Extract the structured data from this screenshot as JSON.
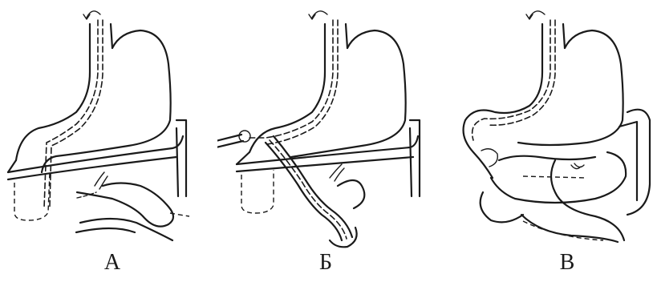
{
  "panels": [
    {
      "label": "А"
    },
    {
      "label": "Б"
    },
    {
      "label": "В"
    }
  ]
}
